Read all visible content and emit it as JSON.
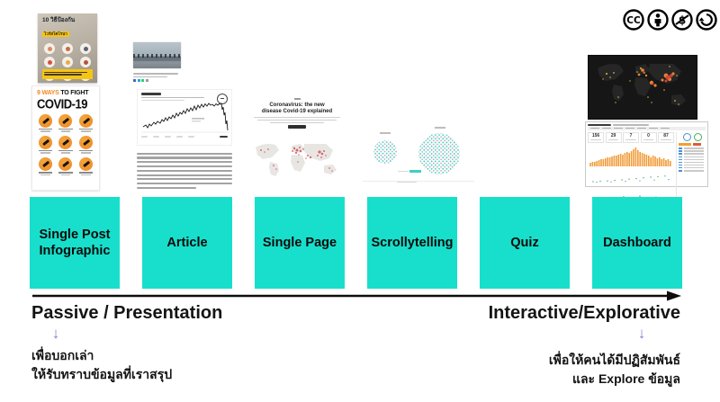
{
  "license_bar": {
    "icons": [
      "creative-commons",
      "attribution",
      "non-commercial",
      "share-alike"
    ]
  },
  "examples": {
    "infographic_poster_top": {
      "title": "10 วิธีป้องกัน",
      "highlight": "ไวรัสโคโรนา"
    },
    "infographic_poster_bottom": {
      "headline_accent": "9 WAYS",
      "headline_rest": "TO FIGHT",
      "headline_main": "COVID-19"
    },
    "single_page": {
      "headline_line1": "Coronavirus: the new",
      "headline_line2": "disease Covid-19 explained"
    },
    "dashboard": {
      "stats": [
        "156",
        "29",
        "7",
        "0",
        "87"
      ]
    }
  },
  "spectrum": {
    "boxes": [
      {
        "label": "Single Post Infographic"
      },
      {
        "label": "Article"
      },
      {
        "label": "Single Page"
      },
      {
        "label": "Scrollytelling"
      },
      {
        "label": "Quiz"
      },
      {
        "label": "Dashboard"
      }
    ],
    "axis_left_label": "Passive / Presentation",
    "axis_right_label": "Interactive/Explorative",
    "down_arrow_glyph": "↓",
    "left_note_line1": "เพื่อบอกเล่า",
    "left_note_line2": "ให้รับทราบข้อมูลที่เราสรุป",
    "right_note_line1": "เพื่อให้คนได้มีปฏิสัมพันธ์",
    "right_note_line2": "และ Explore ข้อมูล"
  },
  "colors": {
    "teal_box": "#17dfcb",
    "purple_arrow": "#8b7bd8",
    "poster_orange": "#ef8a24",
    "dashboard_bar_orange": "#f29b38",
    "map_dot_red": "#d6515c"
  }
}
